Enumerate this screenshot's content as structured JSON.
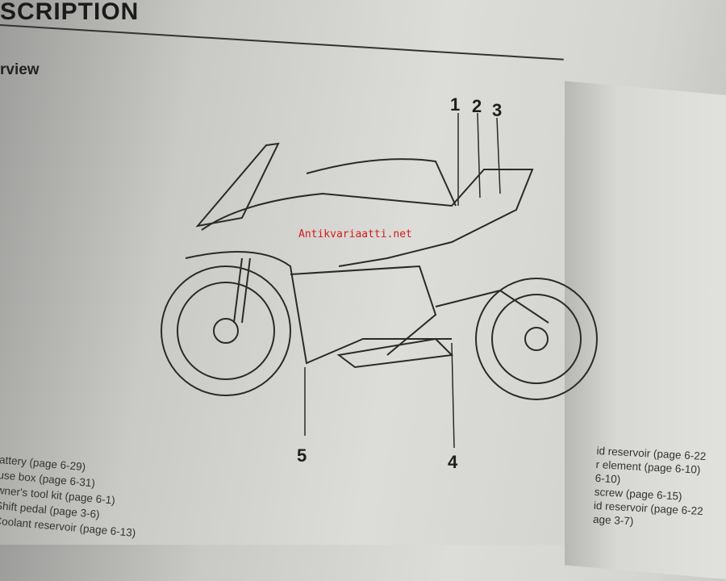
{
  "header": {
    "title": "SCRIPTION",
    "subtitle": "rview"
  },
  "callouts": [
    "1",
    "2",
    "3",
    "4",
    "5"
  ],
  "left_list": [
    "attery (page 6-29)",
    "use box (page 6-31)",
    "wner's tool kit (page 6-1)",
    "Shift pedal (page 3-6)",
    "Coolant reservoir (page 6-13)"
  ],
  "right_list": [
    "id reservoir (page 6-22",
    "r element (page 6-10)",
    "6-10)",
    "screw (page 6-15)",
    "id reservoir (page 6-22",
    "age 3-7)"
  ],
  "watermark": "Antikvariaatti.net"
}
